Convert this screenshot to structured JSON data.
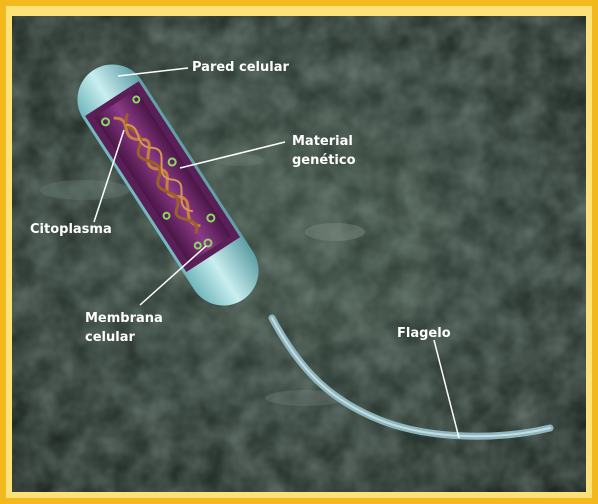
{
  "diagram": {
    "labels": {
      "cell_wall": "Pared celular",
      "genetic_material_line1": "Material",
      "genetic_material_line2": "genético",
      "cytoplasm": "Citoplasma",
      "cell_membrane_line1": "Membrana",
      "cell_membrane_line2": "celular",
      "flagellum": "Flagelo"
    },
    "colors": {
      "frame_outer": "#f3b81c",
      "frame_inner": "#fde27a",
      "background": "#1e2a24",
      "cell_wall": "#a9d9dc",
      "membrane": "#5b1f58",
      "cytoplasm": "#7b2f77",
      "genetic_material": "#b8743a",
      "ribosome": "#8fd46a",
      "label_text": "#ffffff"
    }
  }
}
